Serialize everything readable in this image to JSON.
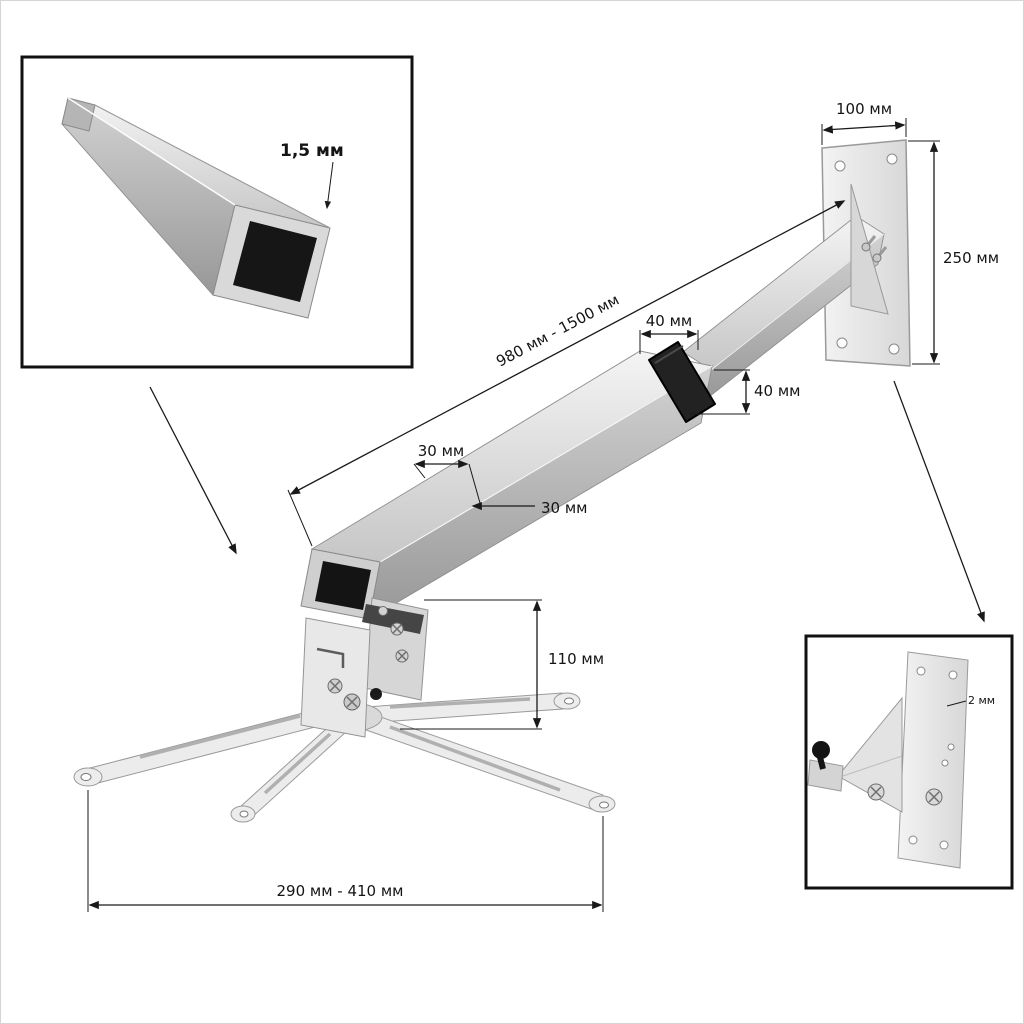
{
  "profile_inset": {
    "thickness_label": "1,5 мм"
  },
  "bracket_inset": {
    "thickness_label": "2 мм"
  },
  "main_drawing": {
    "dimensions": {
      "arm_length_range": "980 мм - 1500 мм",
      "wall_plate_width": "100 мм",
      "wall_plate_height": "250 мм",
      "clamp_length": "40 мм",
      "clamp_height": "40 мм",
      "tube_width": "30 мм",
      "tube_height": "30 мм",
      "head_height": "110 мм",
      "base_span_range": "290 мм - 410 мм"
    }
  },
  "colors": {
    "background": "#ffffff",
    "line": "#1a1a1a",
    "metal_light": "#f2f2f2",
    "metal_mid": "#c9c9c9",
    "metal_dark": "#9a9a9a",
    "clamp_black": "#1f1f1f",
    "hole_black": "#141414"
  }
}
